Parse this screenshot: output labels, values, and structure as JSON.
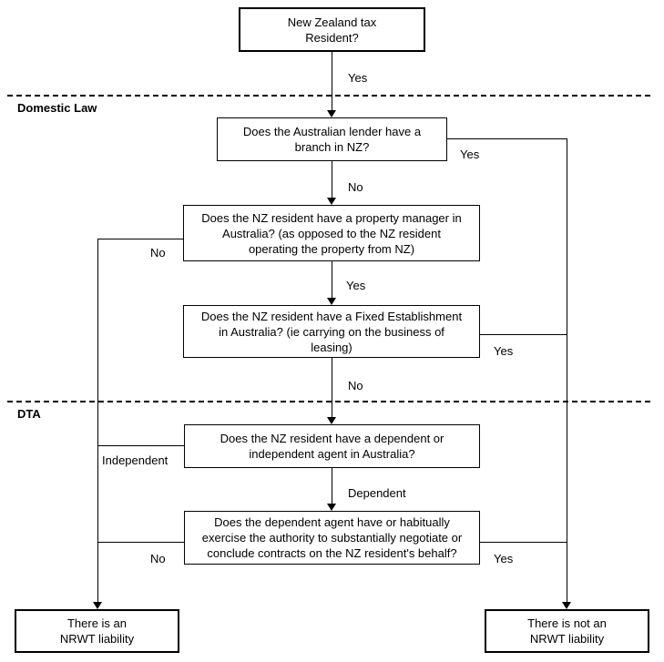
{
  "sections": {
    "domestic_law": "Domestic Law",
    "dta": "DTA"
  },
  "nodes": {
    "start": {
      "lines": [
        "New Zealand tax",
        "Resident?"
      ]
    },
    "branch": {
      "lines": [
        "Does the Australian lender have a",
        "branch in NZ?"
      ]
    },
    "property_manager": {
      "lines": [
        "Does the NZ resident have a property manager in",
        "Australia? (as opposed to the NZ resident",
        "operating the property from NZ)"
      ]
    },
    "fixed_establishment": {
      "lines": [
        "Does the NZ resident have a Fixed Establishment",
        "in Australia? (ie carrying on the business of",
        "leasing)"
      ]
    },
    "agent": {
      "lines": [
        "Does the NZ resident have a dependent or",
        "independent agent in Australia?"
      ]
    },
    "authority": {
      "lines": [
        "Does the dependent agent have or habitually",
        "exercise the authority to substantially negotiate or",
        "conclude contracts on the NZ resident's behalf?"
      ]
    },
    "liability": {
      "lines": [
        "There is an",
        "NRWT liability"
      ]
    },
    "no_liability": {
      "lines": [
        "There is not an",
        "NRWT liability"
      ]
    }
  },
  "edge_labels": {
    "start_yes": "Yes",
    "branch_no": "No",
    "branch_yes": "Yes",
    "property_no": "No",
    "property_yes": "Yes",
    "fixed_no": "No",
    "fixed_yes": "Yes",
    "agent_independent": "Independent",
    "agent_dependent": "Dependent",
    "authority_no": "No",
    "authority_yes": "Yes"
  },
  "colors": {
    "line": "#000000",
    "background": "#ffffff",
    "text": "#000000"
  }
}
